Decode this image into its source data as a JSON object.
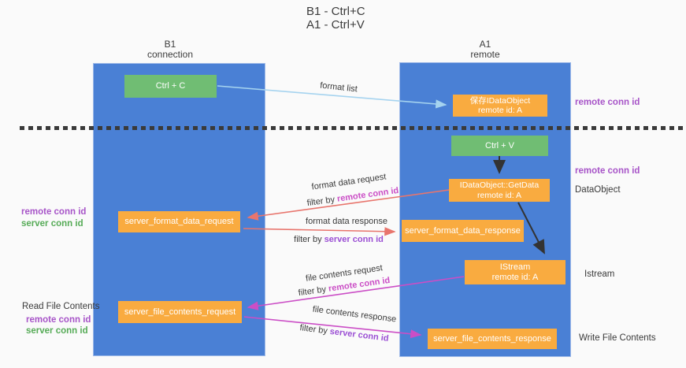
{
  "title": "B1 - Ctrl+C\nA1 - Ctrl+V",
  "columns": {
    "left_header": "B1\nconnection",
    "right_header": "A1\nremote"
  },
  "boxes": {
    "ctrl_c": "Ctrl + C",
    "ctrl_v": "Ctrl + V",
    "save_idataobject_line1": "保存IDataObject",
    "save_idataobject_line2": "remote id: A",
    "getdata_line1": "IDataObject::GetData",
    "getdata_line2": "remote id: A",
    "istream_line1": "IStream",
    "istream_line2": "remote id: A",
    "server_format_data_request": "server_format_data_request",
    "server_format_data_response": "server_format_data_response",
    "server_file_contents_request": "server_file_contents_request",
    "server_file_contents_response": "server_file_contents_response"
  },
  "side_labels": {
    "right_remote_conn_id_top": "remote conn id",
    "right_remote_conn_id_mid": "remote conn id",
    "data_object": "DataObject",
    "istream": "Istream",
    "write_file_contents": "Write File Contents",
    "left_remote_conn_id_top": "remote conn id",
    "left_server_conn_id_top": "server conn id",
    "read_file_contents": "Read File Contents",
    "left_remote_conn_id_bottom": "remote conn id",
    "left_server_conn_id_bottom": "server conn id"
  },
  "arrow_labels": {
    "format_list": "format list",
    "format_data_request": "format data request",
    "format_data_response": "format data response",
    "file_contents_request": "file contents request",
    "file_contents_response": "file contents response",
    "filter_prefix": "filter by ",
    "remote_conn_id": "remote conn id",
    "server_conn_id": "server conn id"
  },
  "colors": {
    "column_blue": "#4a80d5",
    "box_green": "#70bd73",
    "box_orange": "#f9ab40",
    "arrow_lightblue": "#a5d3ef",
    "arrow_black": "#333333",
    "arrow_red": "#e8756d",
    "arrow_magenta": "#cb4ec6",
    "text_purple": "#a754c8",
    "text_green": "#56ab57",
    "text_magenta": "#cb4ec6",
    "text_violet": "#9b4fd4"
  }
}
